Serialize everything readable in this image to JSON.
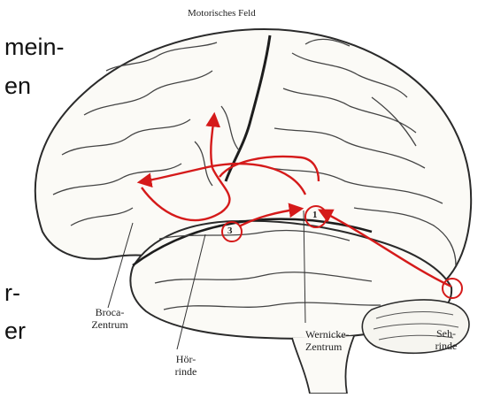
{
  "partial_text": {
    "line1": "mein-",
    "line2": "en",
    "line3": "r-",
    "line4": "er"
  },
  "labels": {
    "motor": "Motorisches Feld",
    "broca_1": "Broca-",
    "broca_2": "Zentrum",
    "hoer_1": "Hör-",
    "hoer_2": "rinde",
    "wernicke_1": "Wernicke-",
    "wernicke_2": "Zentrum",
    "seh_1": "Seh-",
    "seh_2": "rinde",
    "marker_1": "1",
    "marker_3": "3"
  },
  "colors": {
    "pathway": "#d51a1a",
    "outline": "#2a2a2a",
    "brain_fill": "#fbfaf6"
  }
}
